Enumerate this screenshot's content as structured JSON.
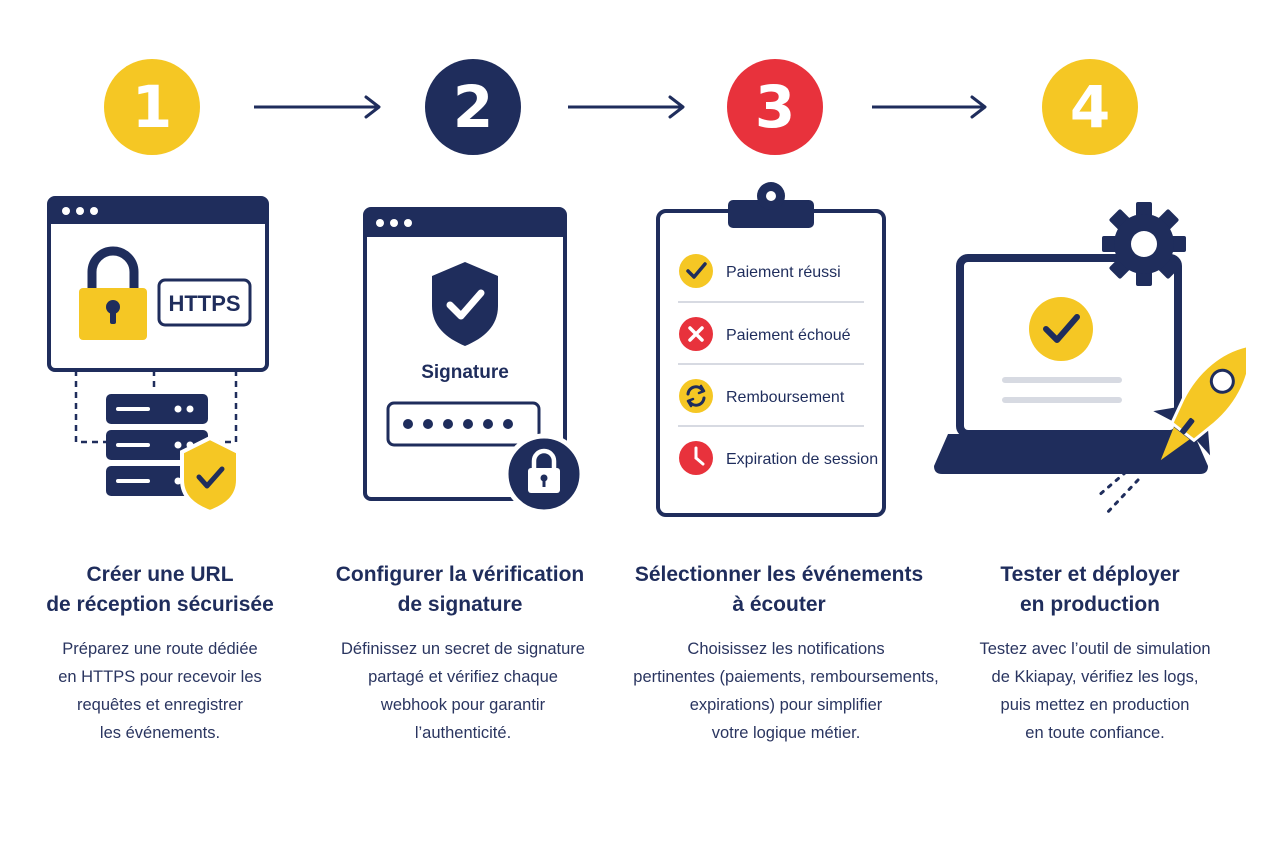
{
  "colors": {
    "navy": "#1f2d5c",
    "yellow": "#f5c724",
    "red": "#e8323c",
    "grey": "#d7dae2"
  },
  "steps": [
    {
      "number": "1",
      "badge_text": "HTTPS",
      "title_lines": [
        "Créer une URL",
        "de réception sécurisée"
      ],
      "desc_lines": [
        "Préparez une route dédiée",
        "en HTTPS pour recevoir les",
        "requêtes et enregistrer",
        "les événements."
      ]
    },
    {
      "number": "2",
      "field_label": "Signature",
      "title_lines": [
        "Configurer la vérification",
        "de signature"
      ],
      "desc_lines": [
        "Définissez un secret de signature",
        "partagé et vérifiez chaque",
        "webhook pour garantir",
        "l’authenticité."
      ]
    },
    {
      "number": "3",
      "events": [
        "Paiement réussi",
        "Paiement échoué",
        "Remboursement",
        "Expiration de session"
      ],
      "title_lines": [
        "Sélectionner les événements",
        "à écouter"
      ],
      "desc_lines": [
        "Choisissez les notifications",
        "pertinentes (paiements, remboursements,",
        "expirations) pour simplifier",
        "votre logique métier."
      ]
    },
    {
      "number": "4",
      "title_lines": [
        "Tester et déployer",
        "en production"
      ],
      "desc_lines": [
        "Testez avec l’outil de simulation",
        "de Kkiapay, vérifiez les logs,",
        "puis mettez en production",
        "en toute confiance."
      ]
    }
  ]
}
